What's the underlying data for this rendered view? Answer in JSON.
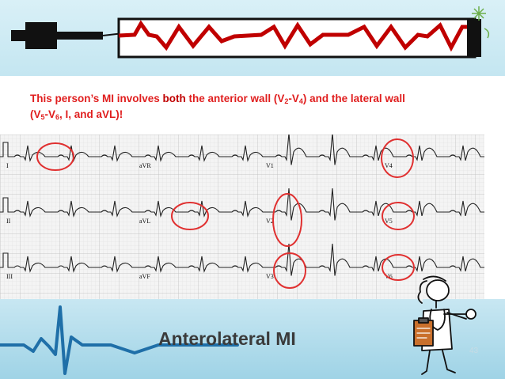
{
  "caption": {
    "p1": "This person’s MI involves ",
    "bold": "both",
    "p2": " the anterior wall (V",
    "s1": "2",
    "p3": "-V",
    "s2": "4",
    "p4": ") and the lateral wall",
    "p5": "(V",
    "s3": "5",
    "p6": "-V",
    "s4": "6",
    "p7": ", I, and aVL)!"
  },
  "ecg": {
    "leads_row1": [
      "I",
      "aVR",
      "V1",
      "V4"
    ],
    "leads_row2": [
      "II",
      "aVL",
      "V2",
      "V5"
    ],
    "leads_row3": [
      "III",
      "aVF",
      "V3",
      "V6"
    ],
    "highlight_color": "#e03030"
  },
  "title": "Anterolateral MI",
  "page_number": "43",
  "icons": {
    "header": "ecg-trace-decoration-icon",
    "footer": "heartbeat-line-icon",
    "figure": "doctor-with-stethoscope-icon"
  },
  "colors": {
    "caption": "#e01e1e",
    "trace": "#c00000",
    "band": "#c4e6f1"
  }
}
